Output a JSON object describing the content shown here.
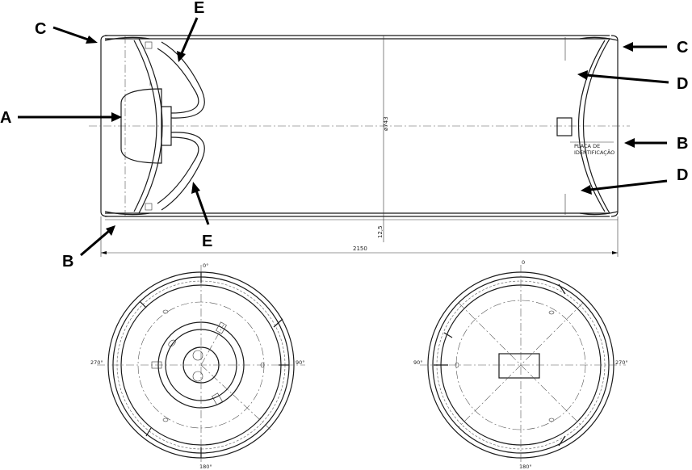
{
  "callouts": {
    "A": "A",
    "B": "B",
    "C": "C",
    "D": "D",
    "E": "E"
  },
  "dimensions": {
    "diameter": "ø743",
    "offset": "12,5",
    "length": "2150"
  },
  "nameplate": {
    "line1": "PLACA DE",
    "line2": "IDENTIFICAÇÃO"
  },
  "angles_left": {
    "top": "0°",
    "right": "90°",
    "bottom": "180°",
    "left": "270°"
  },
  "angles_right": {
    "top": "0",
    "right": "270°",
    "bottom": "180°",
    "left": "90°"
  }
}
